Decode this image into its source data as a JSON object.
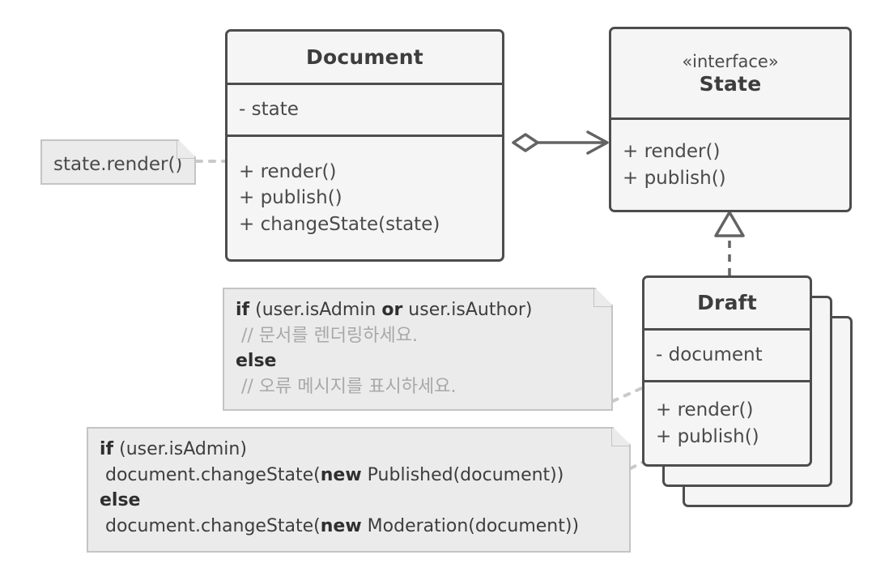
{
  "diagram": {
    "title": "State Pattern UML Class Diagram",
    "background_color": "#ffffff",
    "class_border_color": "#4d4d4d",
    "class_fill_color": "#f5f5f5",
    "note_fill_color": "#ebebeb",
    "note_border_color": "#c4c4c4",
    "comment_text_color": "#a8a8a8",
    "connector_color": "#636363"
  },
  "classes": [
    {
      "id": "document",
      "name": "Document",
      "stereotype": "",
      "attributes": [
        "- state"
      ],
      "operations": [
        "+ render()",
        "+ publish()",
        "+ changeState(state)"
      ]
    },
    {
      "id": "state",
      "name": "State",
      "stereotype": "«interface»",
      "attributes": [],
      "operations": [
        "+ render()",
        "+ publish()"
      ]
    },
    {
      "id": "draft",
      "name": "Draft",
      "stereotype": "",
      "attributes": [
        "- document"
      ],
      "operations": [
        "+ render()",
        "+ publish()"
      ],
      "stacked": true,
      "stack_layers": 3
    }
  ],
  "notes": [
    {
      "id": "note-state-render",
      "lines": [
        {
          "segments": [
            {
              "text": "state.render()",
              "style": "plain"
            }
          ]
        }
      ]
    },
    {
      "id": "note-render-logic",
      "lines": [
        {
          "segments": [
            {
              "text": "if",
              "style": "bold"
            },
            {
              "text": " (user.isAdmin ",
              "style": "plain"
            },
            {
              "text": "or",
              "style": "bold"
            },
            {
              "text": " user.isAuthor)",
              "style": "plain"
            }
          ]
        },
        {
          "segments": [
            {
              "text": " // 문서를 렌더링하세요.",
              "style": "comment"
            }
          ]
        },
        {
          "segments": [
            {
              "text": "else",
              "style": "bold"
            }
          ]
        },
        {
          "segments": [
            {
              "text": " // 오류 메시지를 표시하세요.",
              "style": "comment"
            }
          ]
        }
      ]
    },
    {
      "id": "note-publish-logic",
      "lines": [
        {
          "segments": [
            {
              "text": "if",
              "style": "bold"
            },
            {
              "text": " (user.isAdmin)",
              "style": "plain"
            }
          ]
        },
        {
          "segments": [
            {
              "text": " document.changeState(",
              "style": "plain"
            },
            {
              "text": "new",
              "style": "bold"
            },
            {
              "text": " Published(document))",
              "style": "plain"
            }
          ]
        },
        {
          "segments": [
            {
              "text": "else",
              "style": "bold"
            }
          ]
        },
        {
          "segments": [
            {
              "text": " document.changeState(",
              "style": "plain"
            },
            {
              "text": "new",
              "style": "bold"
            },
            {
              "text": " Moderation(document))",
              "style": "plain"
            }
          ]
        }
      ]
    }
  ],
  "relationships": [
    {
      "id": "document-to-state",
      "type": "aggregation",
      "source": "document",
      "target": "state",
      "source_marker": "hollow-diamond",
      "target_marker": "open-arrow",
      "line_style": "solid"
    },
    {
      "id": "draft-to-state",
      "type": "realization",
      "source": "draft",
      "target": "state",
      "target_marker": "hollow-triangle",
      "line_style": "dashed"
    },
    {
      "id": "note-state-render-link",
      "type": "note-anchor",
      "source": "note-state-render",
      "target": "document",
      "line_style": "dotted"
    },
    {
      "id": "note-render-logic-link",
      "type": "note-anchor",
      "source": "note-render-logic",
      "target": "draft",
      "line_style": "dotted"
    },
    {
      "id": "note-publish-logic-link",
      "type": "note-anchor",
      "source": "note-publish-logic",
      "target": "draft",
      "line_style": "dotted"
    }
  ]
}
